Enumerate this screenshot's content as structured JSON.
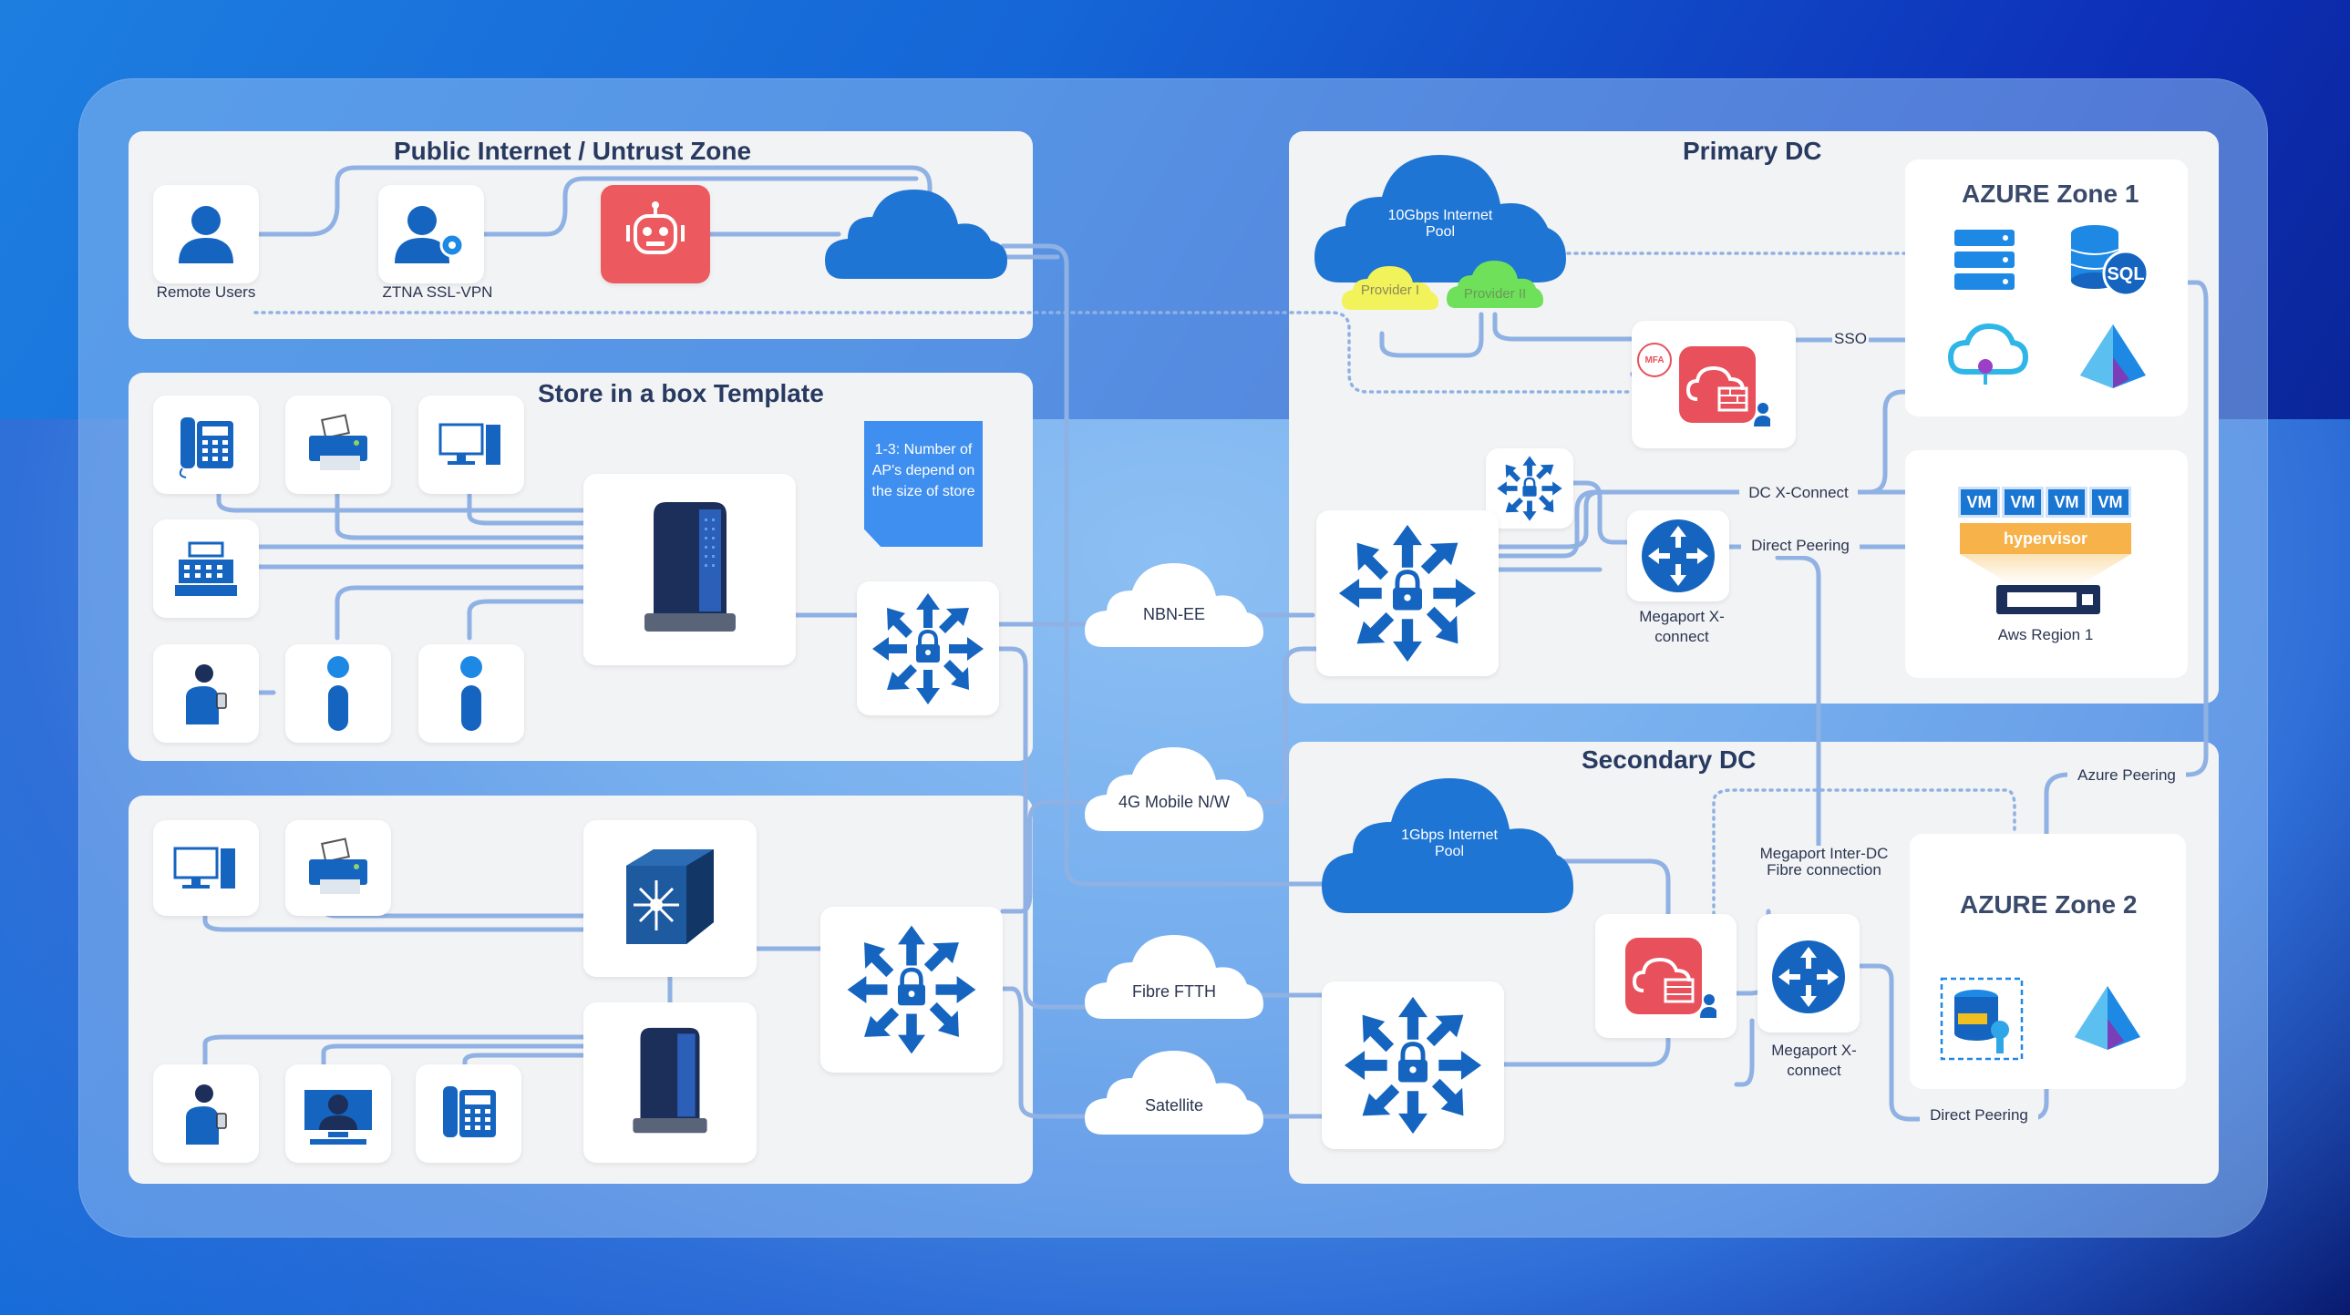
{
  "panels": {
    "public": "Public Internet / Untrust Zone",
    "store": "Store in a box Template",
    "primary": "Primary DC",
    "secondary": "Secondary DC"
  },
  "public_labels": {
    "remote_users": "Remote Users",
    "ztna": "ZTNA SSL-VPN"
  },
  "note": "1-3: Number of AP's depend on the size of store",
  "clouds": {
    "nbn": "NBN-EE",
    "mobile": "4G Mobile N/W",
    "fibre": "Fibre FTTH",
    "satellite": "Satellite",
    "primary_pool": "10Gbps Internet Pool",
    "secondary_pool": "1Gbps Internet Pool",
    "provider1": "Provider I",
    "provider2": "Provider II"
  },
  "primary_labels": {
    "mfa": "MFA",
    "sso": "SSO",
    "dc_xconnect": "DC X-Connect",
    "direct_peering": "Direct Peering",
    "megaport_xconnect": "Megaport X-connect"
  },
  "azure1": {
    "title": "AZURE Zone 1",
    "sql": "SQL"
  },
  "aws": {
    "vm": [
      "VM",
      "VM",
      "VM",
      "VM"
    ],
    "hypervisor": "hypervisor",
    "region": "Aws Region 1"
  },
  "secondary_labels": {
    "inter_dc": "Megaport Inter-DC Fibre connection",
    "megaport_xconnect": "Megaport X-connect",
    "azure_peering": "Azure Peering",
    "direct_peering": "Direct Peering"
  },
  "azure2": {
    "title": "AZURE Zone 2"
  },
  "colors": {
    "line": "#8fb1e3",
    "accent": "#1565c0",
    "firewall": "#e8505b",
    "panel": "#f2f3f5"
  }
}
